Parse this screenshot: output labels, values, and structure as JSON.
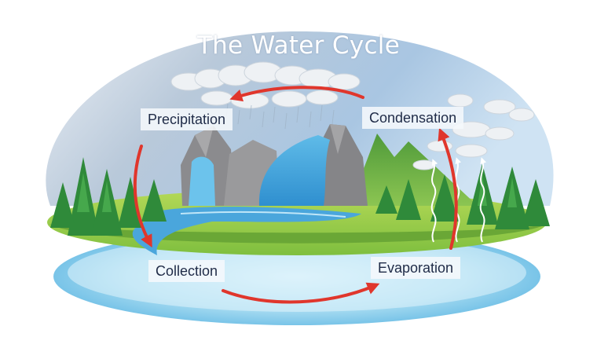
{
  "title": "The Water Cycle",
  "stages": {
    "precipitation": "Precipitation",
    "condensation": "Condensation",
    "collection": "Collection",
    "evaporation": "Evaporation"
  },
  "colors": {
    "arrow": "#e0362c",
    "sky_top": "#8fb3d6",
    "grass": "#8cc44a",
    "water": "#4aa6dc",
    "lake": "#a8dcf2",
    "rock": "#8a8a8c",
    "tree": "#2f8a3a"
  },
  "icons": [
    "cloud-icon",
    "rain-icon",
    "waterfall-icon",
    "tree-icon",
    "mountain-icon",
    "evaporation-wave-icon",
    "cycle-arrow-icon"
  ]
}
